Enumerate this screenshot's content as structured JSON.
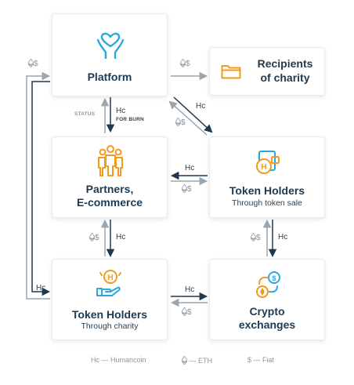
{
  "nodes": {
    "platform": {
      "title": "Platform"
    },
    "recipients": {
      "title_line1": "Recipients",
      "title_line2": "of charity"
    },
    "partners": {
      "title_line1": "Partners,",
      "title_line2": "E-commerce"
    },
    "token_sale": {
      "title": "Token Holders",
      "subtitle": "Through token sale"
    },
    "token_charity": {
      "title": "Token Holders",
      "subtitle": "Through charity"
    },
    "exchanges": {
      "title_line1": "Crypto",
      "title_line2": "exchanges"
    }
  },
  "edge_labels": {
    "hc": "Hc",
    "status": "STATUS",
    "for_burn": "FOR BURN",
    "fiat": "$"
  },
  "legend": {
    "hc_item": "Hc — Humancoin",
    "eth_item": "— ETH",
    "fiat_item": "$ — Fiat"
  },
  "colors": {
    "orange": "#f29a1b",
    "blue": "#2aa7df",
    "navy": "#1d3a52",
    "gray": "#9aa5ae"
  }
}
